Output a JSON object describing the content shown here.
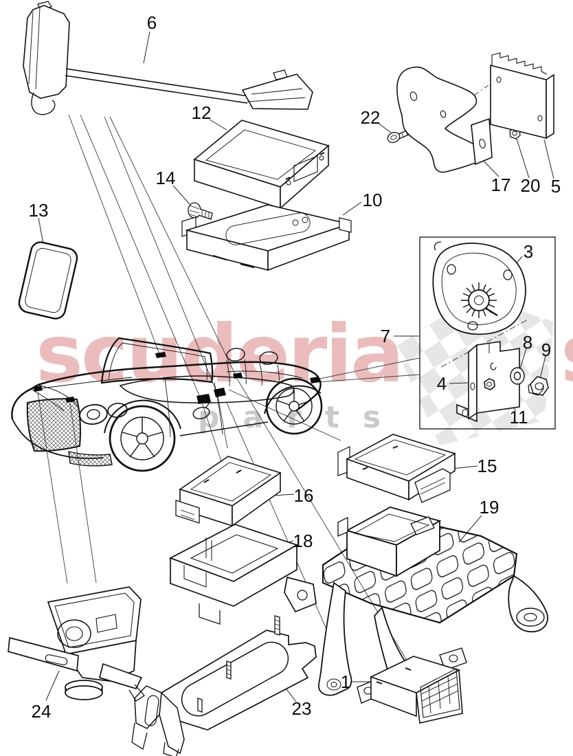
{
  "watermark": {
    "brand_text": "scuderia",
    "brand_partial_text": "sc",
    "sub_text": "parts",
    "brand_color": "#ce5858",
    "sub_color": "#969696"
  },
  "colors": {
    "line": "#101010",
    "leader": "#3a3a3a",
    "checker": "#e3e3e3",
    "background": "#ffffff"
  },
  "callouts": [
    {
      "number": "6"
    },
    {
      "number": "12"
    },
    {
      "number": "14"
    },
    {
      "number": "10"
    },
    {
      "number": "22"
    },
    {
      "number": "17"
    },
    {
      "number": "20"
    },
    {
      "number": "5"
    },
    {
      "number": "13"
    },
    {
      "number": "3"
    },
    {
      "number": "7"
    },
    {
      "number": "8"
    },
    {
      "number": "9"
    },
    {
      "number": "4"
    },
    {
      "number": "11"
    },
    {
      "number": "15"
    },
    {
      "number": "16"
    },
    {
      "number": "18"
    },
    {
      "number": "19"
    },
    {
      "number": "24"
    },
    {
      "number": "23"
    },
    {
      "number": "1"
    }
  ]
}
